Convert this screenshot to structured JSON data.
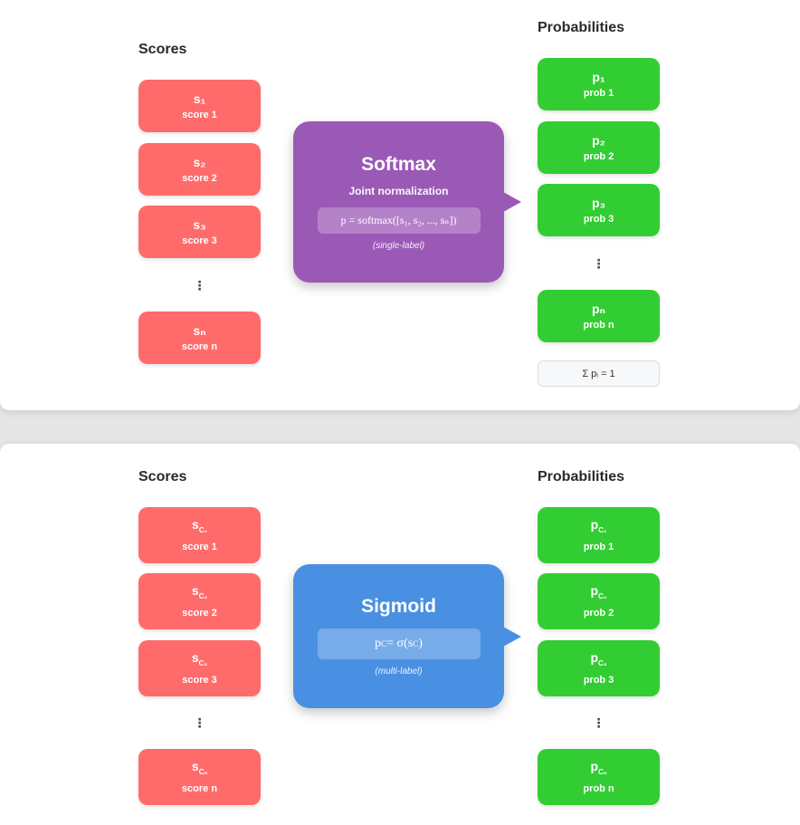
{
  "softmax_panel": {
    "scores_title": "Scores",
    "probs_title": "Probabilities",
    "scores": [
      {
        "symbol": "s₁",
        "label": "score 1"
      },
      {
        "symbol": "s₂",
        "label": "score 2"
      },
      {
        "symbol": "s₃",
        "label": "score 3"
      },
      {
        "symbol": "sₙ",
        "label": "score n"
      }
    ],
    "probs": [
      {
        "symbol": "p₁",
        "label": "prob 1"
      },
      {
        "symbol": "p₂",
        "label": "prob 2"
      },
      {
        "symbol": "p₃",
        "label": "prob 3"
      },
      {
        "symbol": "pₙ",
        "label": "prob n"
      }
    ],
    "ellipsis": "⋮",
    "function": {
      "name": "Softmax",
      "subtitle": "Joint normalization",
      "formula": "p = softmax([s₁, s₂, ..., sₙ])",
      "note": "(single-label)"
    },
    "sum_note": "Σ pᵢ = 1",
    "colors": {
      "score": "#ff6b6b",
      "prob": "#32cd32",
      "function": "#9b59b6"
    }
  },
  "sigmoid_panel": {
    "scores_title": "Scores",
    "probs_title": "Probabilities",
    "scores": [
      {
        "symbol": "s",
        "sub": "C₁",
        "label": "score 1"
      },
      {
        "symbol": "s",
        "sub": "C₂",
        "label": "score 2"
      },
      {
        "symbol": "s",
        "sub": "C₃",
        "label": "score 3"
      },
      {
        "symbol": "s",
        "sub": "Cₙ",
        "label": "score n"
      }
    ],
    "probs": [
      {
        "symbol": "p",
        "sub": "C₁",
        "label": "prob 1"
      },
      {
        "symbol": "p",
        "sub": "C₂",
        "label": "prob 2"
      },
      {
        "symbol": "p",
        "sub": "C₃",
        "label": "prob 3"
      },
      {
        "symbol": "p",
        "sub": "Cₙ",
        "label": "prob n"
      }
    ],
    "ellipsis": "⋮",
    "function": {
      "name": "Sigmoid",
      "formula_lhs": "p",
      "formula_lhs_sub": "C",
      "formula_mid": " = σ(s",
      "formula_rhs_sub": "C",
      "formula_end": ")",
      "note": "(multi-label)"
    },
    "colors": {
      "score": "#ff6b6b",
      "prob": "#32cd32",
      "function": "#4a90e2"
    }
  }
}
